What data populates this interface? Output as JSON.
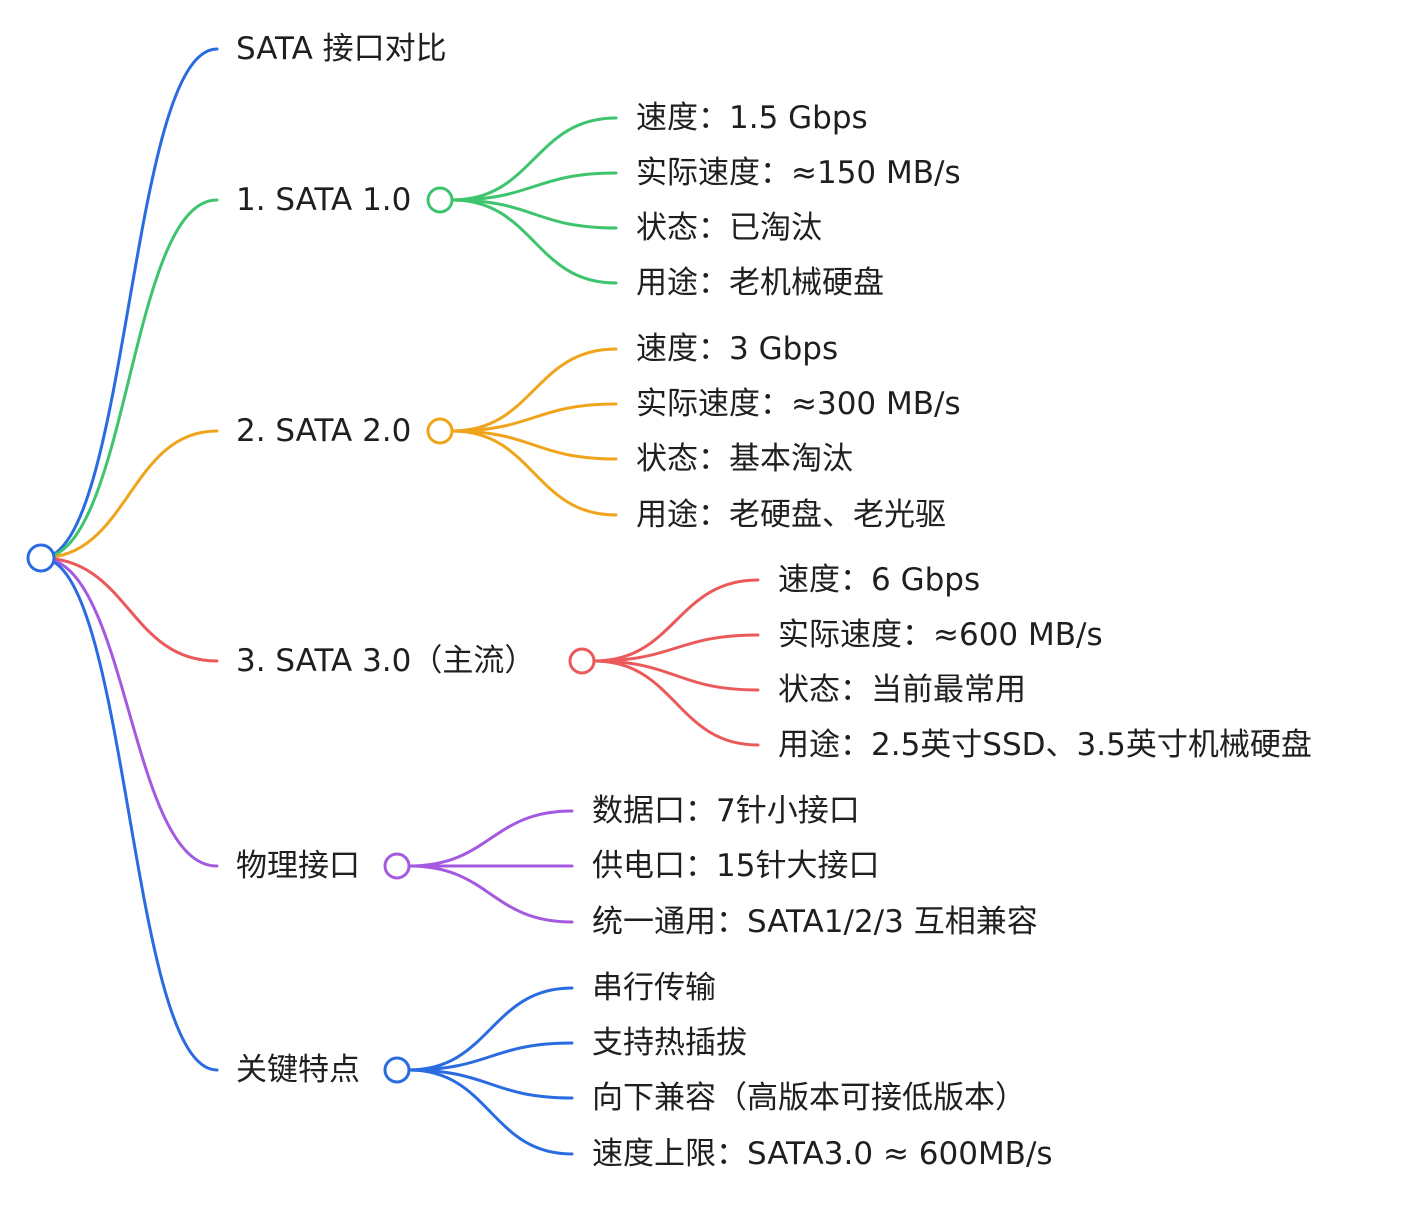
{
  "colors": {
    "root": "#2a6be0",
    "sata1": "#3ec46d",
    "sata2": "#f0a41c",
    "sata3": "#ea5a5a",
    "physical": "#a35ae0",
    "features": "#2a6be0",
    "text": "#1f1f1f"
  },
  "title": "SATA 接口对比",
  "branches": [
    {
      "key": "sata1",
      "label": "1. SATA 1.0",
      "children": [
        "速度：1.5 Gbps",
        "实际速度：≈150 MB/s",
        "状态：已淘汰",
        "用途：老机械硬盘"
      ]
    },
    {
      "key": "sata2",
      "label": "2. SATA 2.0",
      "children": [
        "速度：3 Gbps",
        "实际速度：≈300 MB/s",
        "状态：基本淘汰",
        "用途：老硬盘、老光驱"
      ]
    },
    {
      "key": "sata3",
      "label": "3. SATA 3.0（主流）",
      "children": [
        "速度：6 Gbps",
        "实际速度：≈600 MB/s",
        "状态：当前最常用",
        "用途：2.5英寸SSD、3.5英寸机械硬盘"
      ]
    },
    {
      "key": "physical",
      "label": "物理接口",
      "children": [
        "数据口：7针小接口",
        "供电口：15针大接口",
        "统一通用：SATA1/2/3 互相兼容"
      ]
    },
    {
      "key": "features",
      "label": "关键特点",
      "children": [
        "串行传输",
        "支持热插拔",
        "向下兼容（高版本可接低版本）",
        "速度上限：SATA3.0 ≈ 600MB/s"
      ]
    }
  ]
}
